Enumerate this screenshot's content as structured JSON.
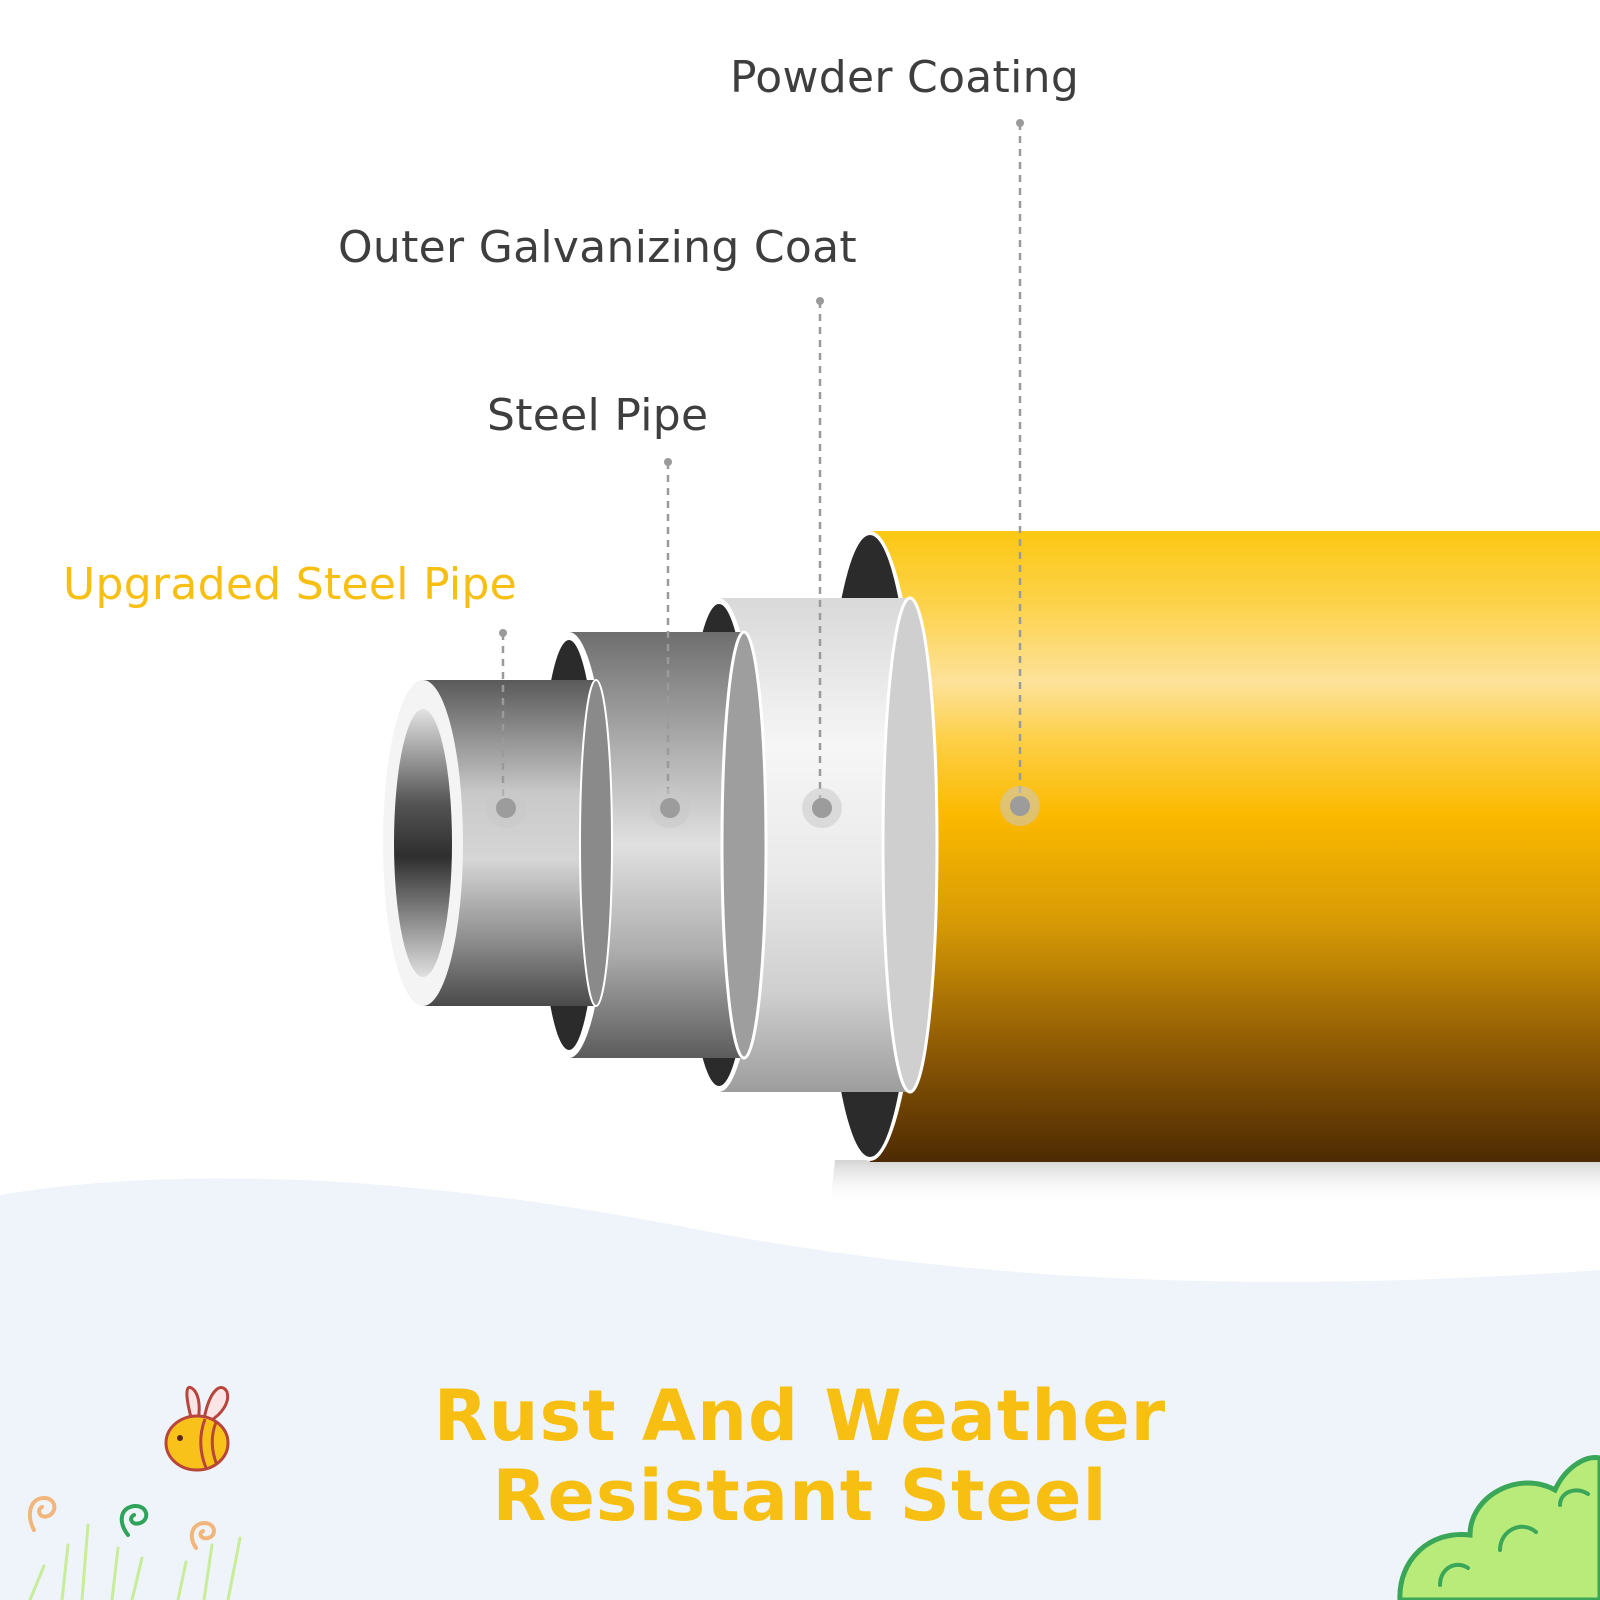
{
  "labels": {
    "powder_coating": "Powder Coating",
    "outer_galvanizing_coat": "Outer Galvanizing Coat",
    "steel_pipe": "Steel Pipe",
    "upgraded_steel_pipe": "Upgraded Steel Pipe"
  },
  "headline": {
    "line1": "Rust And Weather",
    "line2": "Resistant Steel"
  },
  "colors": {
    "accent": "#f7bf12",
    "label_text": "#3e3e3e",
    "powder_coating": "#f8c102",
    "steel": "#b8b8b8",
    "wave_background": "#eef4fa",
    "leader_line": "#9a9a9a"
  },
  "icons": [
    "bee-icon",
    "bush-icon",
    "swirl-icon",
    "grass-icon"
  ]
}
